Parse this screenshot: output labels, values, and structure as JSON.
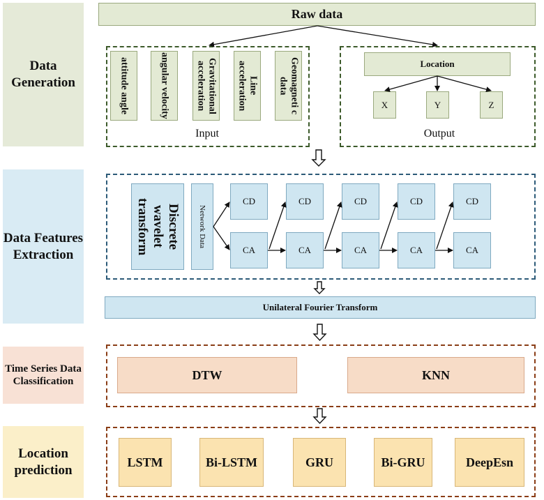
{
  "raw_data": "Raw data",
  "stages": {
    "generation": "Data Generation",
    "features": "Data Features Extraction",
    "classification": "Time Series Data Classification",
    "prediction": "Location prediction"
  },
  "input": {
    "caption": "Input",
    "items": [
      "attitude angle",
      "angular velocity",
      "Gravitational acceleration",
      "Line acceleration",
      "Geomagneti c data"
    ]
  },
  "output": {
    "caption": "Output",
    "location": "Location",
    "axes": [
      "X",
      "Y",
      "Z"
    ]
  },
  "features": {
    "dwt": "Discrete wavelet transform",
    "network_data": "Network Data",
    "cd": "CD",
    "ca": "CA",
    "fourier": "Unilateral Fourier Transform"
  },
  "classification": {
    "methods": [
      "DTW",
      "KNN"
    ]
  },
  "prediction": {
    "models": [
      "LSTM",
      "Bi-LSTM",
      "GRU",
      "Bi-GRU",
      "DeepEsn"
    ]
  }
}
